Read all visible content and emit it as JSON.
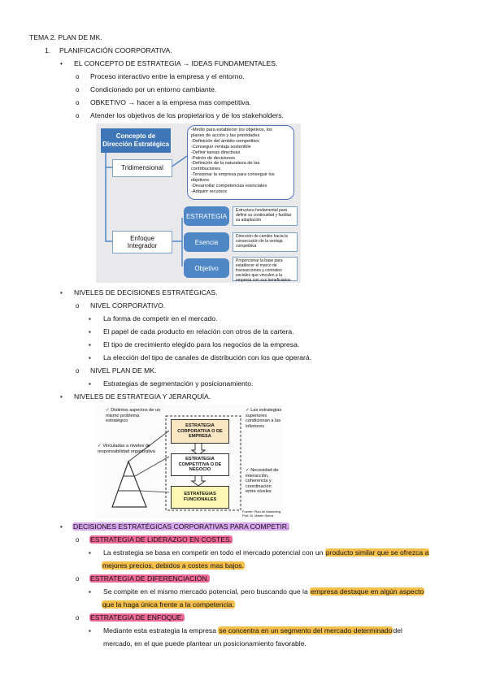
{
  "doc": {
    "title": "TEMA 2. PLAN DE MK.",
    "s1": "1.",
    "s1_title": "PLANIFICACIÓN COORPORATIVA.",
    "a": "EL CONCEPTO DE ESTRATEGIA",
    "a_arrow": "→",
    "a_rest": "IDEAS FUNDAMENTALES.",
    "a1": "Proceso interactivo entre la empresa y el entorno.",
    "a2": "Condicionado por un entorno cambiante.",
    "a3a": "OBKETIVO",
    "a3arrow": "→",
    "a3b": "hacer a la empresa mas competitiva.",
    "a4": "Atender los objetivos de los propietarios y de los stakeholders.",
    "b": "NIVELES DE DECISIONES ESTRATÉGICAS.",
    "b1": "NIVEL CORPORATIVO.",
    "b1a": "La forma de competir en el mercado.",
    "b1b": "El papel de cada producto en relación con otros de la cartera.",
    "b1c": "El tipo de crecimiento elegido para los negocios de la empresa.",
    "b1d": "La elección del tipo de canales de distribución con los que operará.",
    "b2": "NIVEL PLAN DE MK.",
    "b2a": "Estrategias de segmentación y posicionamiento.",
    "c": "NIVELES DE ESTRATEGIA Y JERARQUÍA.",
    "d": "DECISIONES ESTRATÉGICAS CORPORATIVAS PARA COMPETIR.",
    "d1": "ESTRATEGIA DE LIDERAZGO EN COSTES.",
    "d1a_pre": "La estrategia se basa en competir en todo el mercado potencial con un",
    "d1a_hl1": "producto similar que se ofrezca a",
    "d1a_hl2": "mejores precios, debidos a costes mas bajos.",
    "d2": "ESTRATEGIA DE DIFERENCIACIÓN.",
    "d2a_pre": "Se compite en el mismo mercado potencial, pero buscando que la",
    "d2a_hl1": "empresa destaque en algún aspecto",
    "d2a_hl2": "que la haga única frente a la competencia.",
    "d3": "ESTRATEGIA DE ENFOQUE.",
    "d3a_pre": "Mediante esta estrategia la empresa",
    "d3a_hl": "se concentra en un segmento del mercado determinado",
    "d3a_post": "del",
    "d3a_line2": "mercado, en el que puede plantear un posicionamiento favorable."
  },
  "bullets": {
    "disc": "•",
    "circle": "o",
    "square": "▪"
  },
  "diagram1": {
    "title1": "Concepto de",
    "title2": "Dirección Estratégica",
    "tri": "Tridimensional",
    "enf1": "Enfoque",
    "enf2": "Integrador",
    "list": [
      "-Medio para establecer los objetivos, los",
      "planes de acción y las prioridades",
      "-Definición del ámbito competitivo",
      "-Conseguir ventaja sostenible",
      "-Definir tareas directivas",
      "-Patrón de decisiones",
      "-Definición de la naturaleza de las",
      "contribuciones",
      "-Tensionar la empresa para conseguir los",
      "objetivos",
      "-Desarrollar competencias esenciales",
      "-Adquirir recursos"
    ],
    "p1": "ESTRATEGIA",
    "p2": "Esencia",
    "p3": "Objetivo",
    "d1": "Estructura fundamental para definir su continuidad y facilitar su adaptación",
    "d2": "Dirección de cambio hacia la consecución de la ventaja competitiva",
    "d3": "Proporcionar la base para establecer el marco de transacciones y contratos sociales que vinculen a la empresa con sus beneficiarios"
  },
  "diagram2": {
    "t1": "✓ Distintos aspectos de un mismo problema estratégico",
    "t2": "✓ Vinculadas a niveles de responsabilidad organizativa",
    "t3": "✓ Las estrategias superiores condicionan a las inferiores",
    "t4": "✓ Necesidad de interacción, coherencia y coordinación entre niveles",
    "l1": "ESTRATEGIA CORPORATIVA O DE EMPRESA",
    "l2": "ESTRATEGIA COMPETITIVA O DE NEGOCIO",
    "l3": "ESTRATEGIAS FUNCIONALES",
    "src": "Fuente: Plan de Marketing. Prof. M. Martín Sierra"
  }
}
